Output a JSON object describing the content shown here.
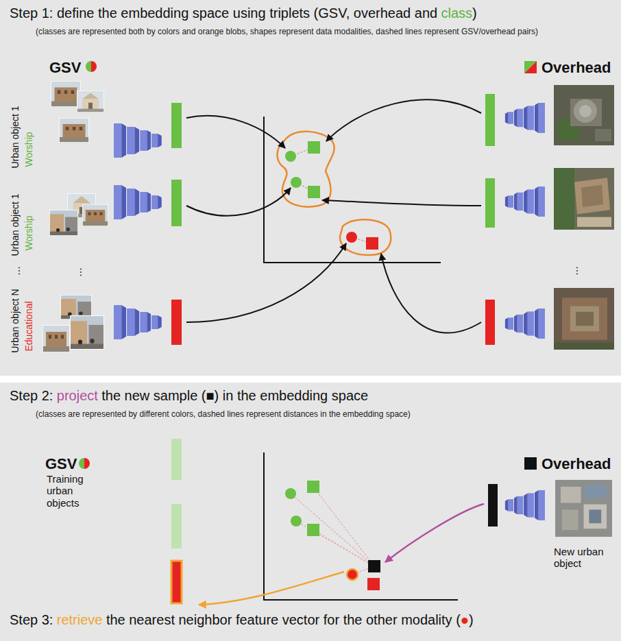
{
  "diagram": {
    "labels": [
      "Step 1: define the embedding space using triplets (GSV, overhead and",
      "class",
      ")",
      "(classes are represented both by colors and orange blobs, shapes represent data modalities, dashed lines represent GSV/overhead pairs)",
      "GSV",
      "Overhead",
      "Urban object 1",
      "Worship",
      "Urban object 1",
      "Worship",
      "...",
      "...",
      "...",
      "Urban object N",
      "Educational",
      "Step 2:",
      "project",
      "the new sample (■) in the embedding space",
      "(classes are represented by different colors, dashed lines represent distances in the embedding space)",
      "GSV",
      "Training urban objects",
      "Overhead",
      "New urban object",
      "Step 3:",
      "retrieve",
      "the nearest neighbor feature vector for the other modality (",
      "●",
      ")"
    ]
  }
}
